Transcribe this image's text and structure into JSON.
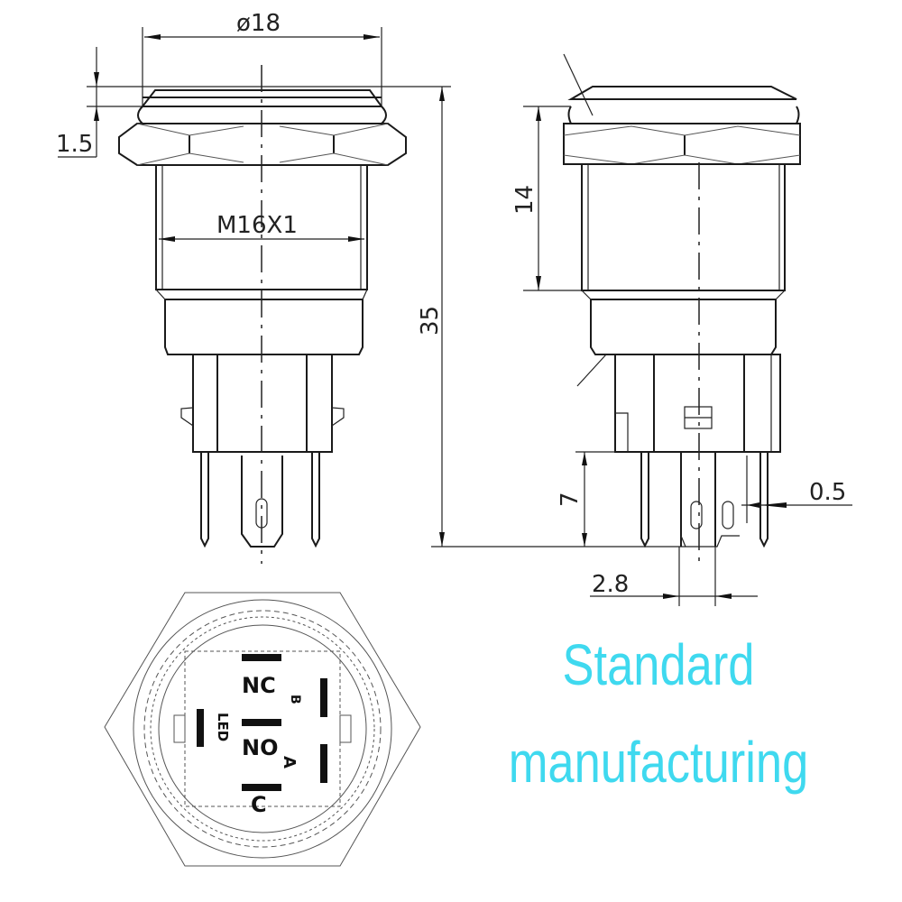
{
  "drawing": {
    "front_view": {
      "diameter_label": "ø18",
      "thickness_label": "1.5",
      "thread_label": "M16X1",
      "height_label": "35"
    },
    "side_view": {
      "body_height_label": "14",
      "pin_length_label": "7",
      "pin_thickness_label": "0.5",
      "pin_width_label": "2.8"
    },
    "bottom_view": {
      "terminals": [
        {
          "label": "NC"
        },
        {
          "label": "NO"
        },
        {
          "label": "C"
        },
        {
          "label": "LED"
        },
        {
          "label": "B"
        },
        {
          "label": "A"
        }
      ]
    }
  },
  "caption": {
    "line1": "Standard",
    "line2": "manufacturing",
    "color": "#3fd9ef"
  }
}
